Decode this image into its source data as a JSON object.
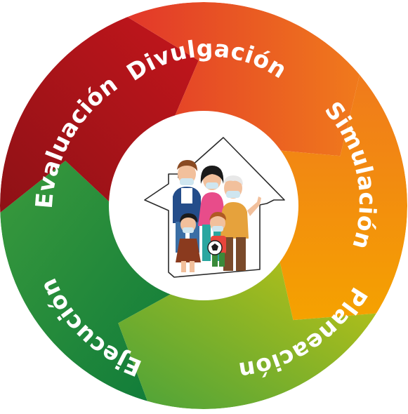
{
  "diagram": {
    "type": "cycle",
    "stages": [
      {
        "id": "divulgacion",
        "label": "Divulgación",
        "color_start": "#e2372a",
        "color_end": "#f07a1c"
      },
      {
        "id": "simulacion",
        "label": "Simulación",
        "color_start": "#f07a1c",
        "color_end": "#f5a200"
      },
      {
        "id": "planeacion",
        "label": "Planeación",
        "color_start": "#c4c414",
        "color_end": "#4aa23a"
      },
      {
        "id": "ejecucion",
        "label": "Ejecución",
        "color_start": "#3a9a3c",
        "color_end": "#0e7a3a"
      },
      {
        "id": "evaluacion",
        "label": "Evaluación",
        "color_start": "#8e1116",
        "color_end": "#c4161c"
      }
    ],
    "center": {
      "illustration": "family-in-house-with-face-masks",
      "icon": "house-family-icon"
    }
  }
}
